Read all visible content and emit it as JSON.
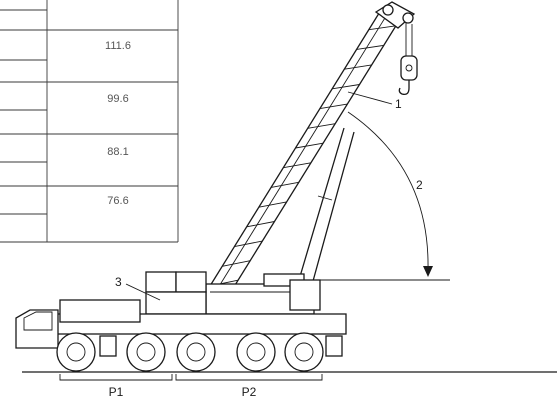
{
  "table": {
    "values": [
      "111.6",
      "99.6",
      "88.1",
      "76.6"
    ]
  },
  "callouts": {
    "boom_item": "1",
    "angle_item": "2",
    "counterweight_item": "3"
  },
  "axles": {
    "front_group": "P1",
    "rear_group": "P2"
  },
  "colors": {
    "line": "#1a1a1a",
    "table_text": "#555555",
    "background": "#ffffff"
  }
}
